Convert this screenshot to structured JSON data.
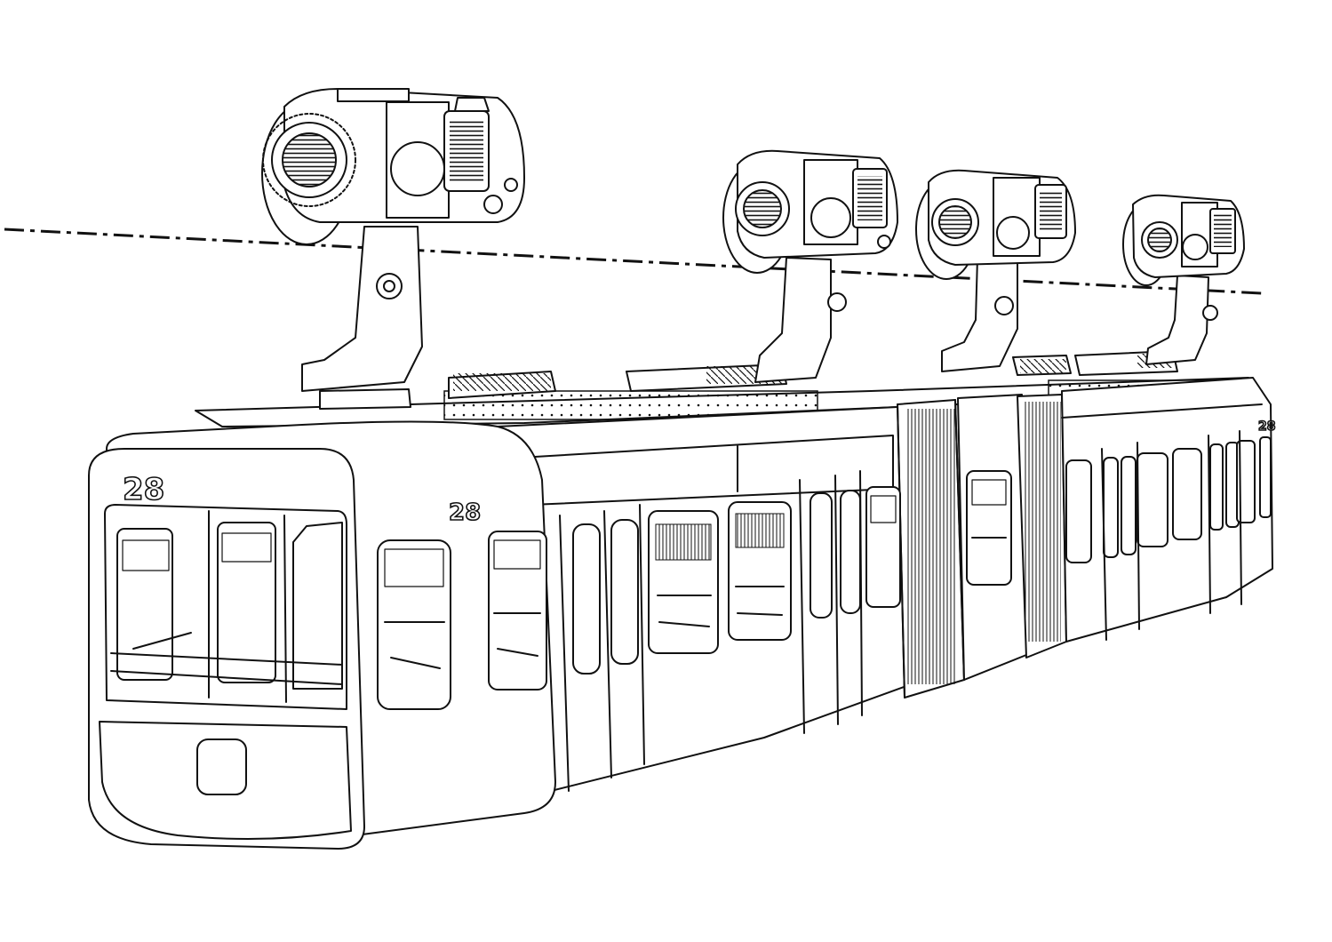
{
  "drawing": {
    "car_number_front": "28",
    "car_number_side": "28",
    "car_number_rear": "28"
  }
}
